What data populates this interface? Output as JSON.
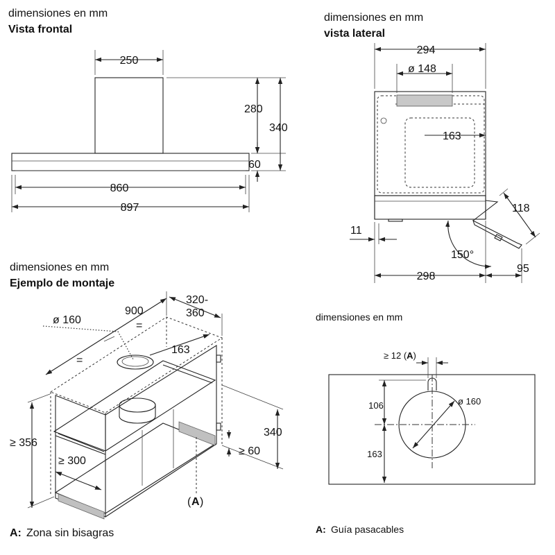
{
  "front": {
    "heading": "dimensiones en mm",
    "title": "Vista frontal",
    "dims": {
      "chimney_width": "250",
      "chimney_height": "280",
      "total_height": "340",
      "canopy_height": "60",
      "inner_width": "860",
      "total_width": "897"
    }
  },
  "side": {
    "heading": "dimensiones en mm",
    "title": "vista lateral",
    "dims": {
      "top_depth": "294",
      "duct_diameter": "ø 148",
      "duct_offset": "163",
      "glass_length": "118",
      "front_offset": "11",
      "angle": "150°",
      "bottom_depth": "298",
      "glass_projection": "95"
    }
  },
  "mounting": {
    "heading": "dimensiones en mm",
    "title": "Ejemplo de montaje",
    "dims": {
      "duct_diameter": "ø 160",
      "cabinet_width": "900",
      "cabinet_depth": "320-\n360",
      "duct_offset": "163",
      "equal_left": "=",
      "equal_right": "=",
      "min_height": "≥ 356",
      "min_depth": "≥ 300",
      "height": "340",
      "min_bottom": "≥ 60"
    },
    "marker": "A",
    "legend_key": "A:",
    "legend_text": "Zona sin bisagras"
  },
  "cutout": {
    "heading": "dimensiones en mm",
    "dims": {
      "slot_width": "≥ 12 (A)",
      "upper": "106",
      "lower": "163",
      "hole_diameter": "ø 160"
    },
    "legend_key": "A:",
    "legend_text": "Guía pasacables"
  }
}
